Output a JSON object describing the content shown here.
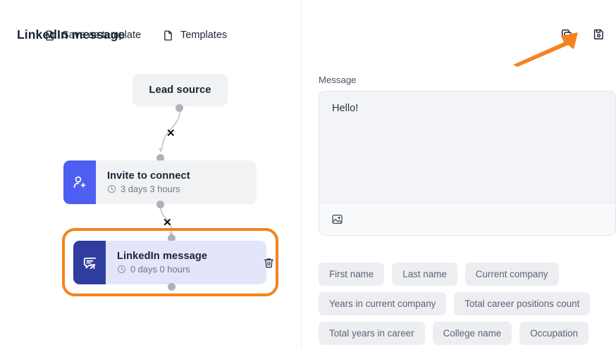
{
  "canvas": {
    "toolbar": [
      {
        "label": "Save as template",
        "icon": "file-plus-icon"
      },
      {
        "label": "Templates",
        "icon": "file-icon"
      }
    ],
    "nodes": [
      {
        "id": "lead-source",
        "title": "Lead source",
        "subtitle": "",
        "icon": "",
        "selected": false
      },
      {
        "id": "invite-to-connect",
        "title": "Invite to connect",
        "subtitle": "3 days 3 hours",
        "icon": "user-plus-icon",
        "selected": false
      },
      {
        "id": "linkedin-message",
        "title": "LinkedIn message",
        "subtitle": "0 days 0 hours",
        "icon": "message-arrow-icon",
        "selected": true
      }
    ],
    "edge_delete_label": "✕",
    "selection_color": "#f5821f",
    "delete_node_icon": "trash-icon"
  },
  "panel": {
    "title": "LinkedIn message",
    "actions": [
      {
        "name": "copy-button",
        "icon": "copy-icon"
      },
      {
        "name": "save-button",
        "icon": "floppy-save-icon"
      }
    ],
    "message_label": "Message",
    "message_value": "Hello!",
    "editor_toolbar": [
      {
        "name": "insert-image-button",
        "icon": "image-icon"
      }
    ],
    "variables": [
      "First name",
      "Last name",
      "Current company",
      "Years in current company",
      "Total career positions count",
      "Total years in career",
      "College name",
      "Occupation"
    ]
  },
  "annotation": {
    "color": "#f5821f",
    "points_to": "copy-button"
  }
}
